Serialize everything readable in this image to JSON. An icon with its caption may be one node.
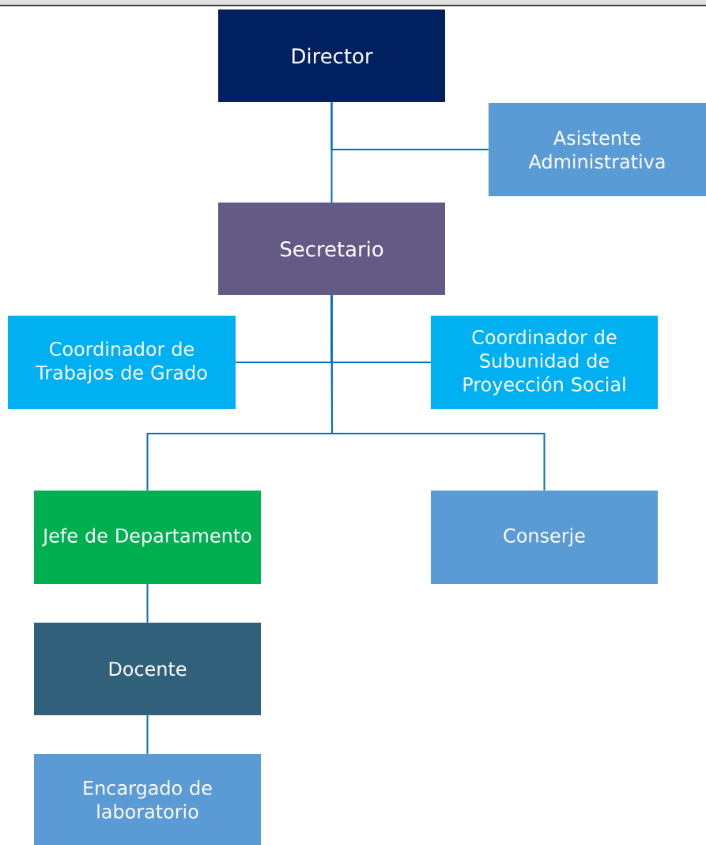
{
  "diagram": {
    "nodes": [
      {
        "text": [
          "Director"
        ]
      },
      {
        "text": [
          "Asistente Administrativa"
        ]
      },
      {
        "text": [
          "Secretario"
        ]
      },
      {
        "text": [
          "Coordinador de Trabajos de Grado"
        ]
      },
      {
        "text": [
          "Coordinador de Subunidad de Proyección Social"
        ]
      },
      {
        "text": [
          "Jefe de Departamento"
        ]
      },
      {
        "text": [
          "Conserje"
        ]
      },
      {
        "text": [
          "Docente"
        ]
      },
      {
        "text": [
          "Encargado de laboratorio"
        ]
      }
    ],
    "edges": [
      {
        "from": 0,
        "to": 1,
        "arrow": "none"
      },
      {
        "from": 0,
        "to": 2,
        "arrow": "none"
      },
      {
        "from": 2,
        "to": 3,
        "arrow": "none"
      },
      {
        "from": 2,
        "to": 4,
        "arrow": "none"
      },
      {
        "from": 2,
        "to": 5,
        "arrow": "none"
      },
      {
        "from": 2,
        "to": 6,
        "arrow": "none"
      },
      {
        "from": 5,
        "to": 7,
        "arrow": "none"
      },
      {
        "from": 7,
        "to": 8,
        "arrow": "none"
      }
    ]
  }
}
